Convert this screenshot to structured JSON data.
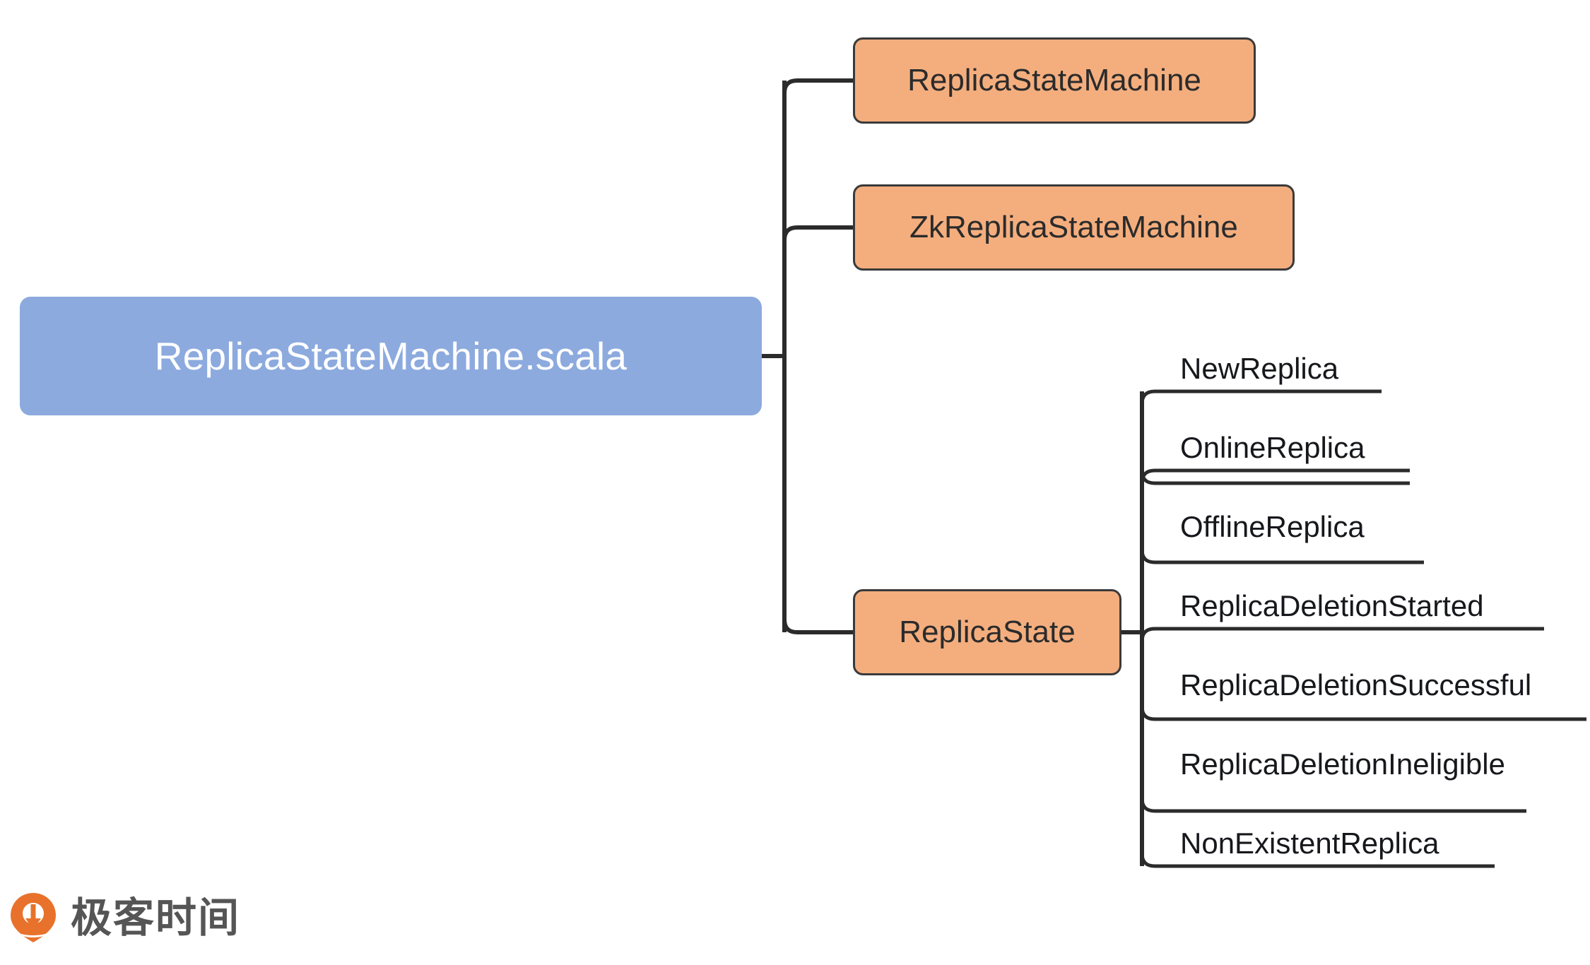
{
  "diagram": {
    "type": "mindmap",
    "title": "ReplicaStateMachine.scala",
    "root": {
      "label": "ReplicaStateMachine.scala",
      "fill": "#8CAADE",
      "text_color": "#FFFFFF"
    },
    "branches": [
      {
        "label": "ReplicaStateMachine",
        "fill": "#F4AE7E",
        "border": "#3A3A3A",
        "leaves": []
      },
      {
        "label": "ZkReplicaStateMachine",
        "fill": "#F4AE7E",
        "border": "#3A3A3A",
        "leaves": []
      },
      {
        "label": "ReplicaState",
        "fill": "#F4AE7E",
        "border": "#3A3A3A",
        "leaves": [
          "NewReplica",
          "OnlineReplica",
          "OfflineReplica",
          "ReplicaDeletionStarted",
          "ReplicaDeletionSuccessful",
          "ReplicaDeletionIneligible",
          "NonExistentReplica"
        ]
      }
    ],
    "connector_color": "#2B2B2B"
  },
  "branch_labels": {
    "b0": "ReplicaStateMachine",
    "b1": "ZkReplicaStateMachine",
    "b2": "ReplicaState"
  },
  "leaf_labels": {
    "l0": "NewReplica",
    "l1": "OnlineReplica",
    "l2": "OfflineReplica",
    "l3": "ReplicaDeletionStarted",
    "l4": "ReplicaDeletionSuccessful",
    "l5": "ReplicaDeletionIneligible",
    "l6": "NonExistentReplica"
  },
  "watermark": {
    "brand": "极客时间",
    "logo_icon": "geekbang-logo-icon",
    "logo_color": "#E8722B",
    "text_color": "#555555"
  }
}
